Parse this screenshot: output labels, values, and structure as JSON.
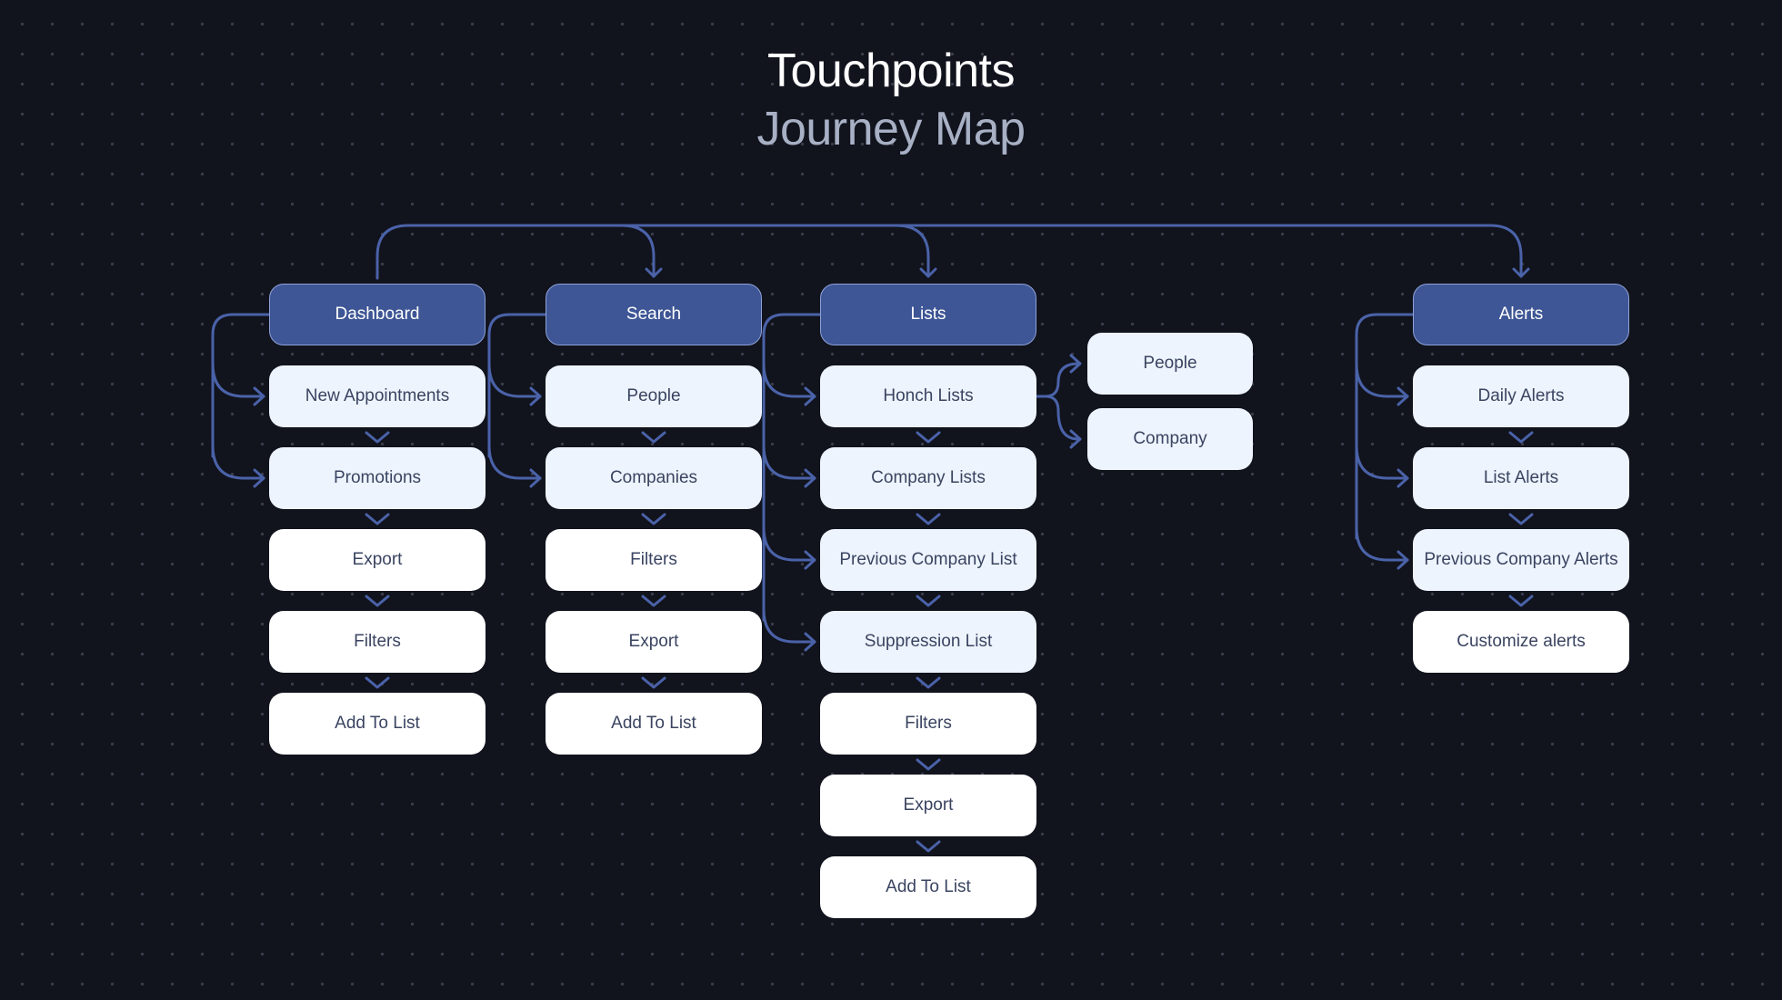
{
  "title": "Touchpoints",
  "subtitle": "Journey Map",
  "colors": {
    "background": "#11131d",
    "header_fill": "#3e5695",
    "child_fill": "#edf4fd",
    "plain_fill": "#ffffff",
    "connector": "#4a62a8",
    "node_text": "#3a4461"
  },
  "columns": [
    {
      "header": "Dashboard",
      "items": [
        "New Appointments",
        "Promotions",
        "Export",
        "Filters",
        "Add To List"
      ]
    },
    {
      "header": "Search",
      "items": [
        "People",
        "Companies",
        "Filters",
        "Export",
        "Add To List"
      ]
    },
    {
      "header": "Lists",
      "items": [
        "Honch Lists",
        "Company Lists",
        "Previous Company List",
        "Suppression List",
        "Filters",
        "Export",
        "Add To List"
      ]
    },
    {
      "header": "Alerts",
      "items": [
        "Daily Alerts",
        "List Alerts",
        "Previous Company Alerts",
        "Customize alerts"
      ]
    }
  ],
  "honch_sub_items": [
    "People",
    "Company"
  ]
}
